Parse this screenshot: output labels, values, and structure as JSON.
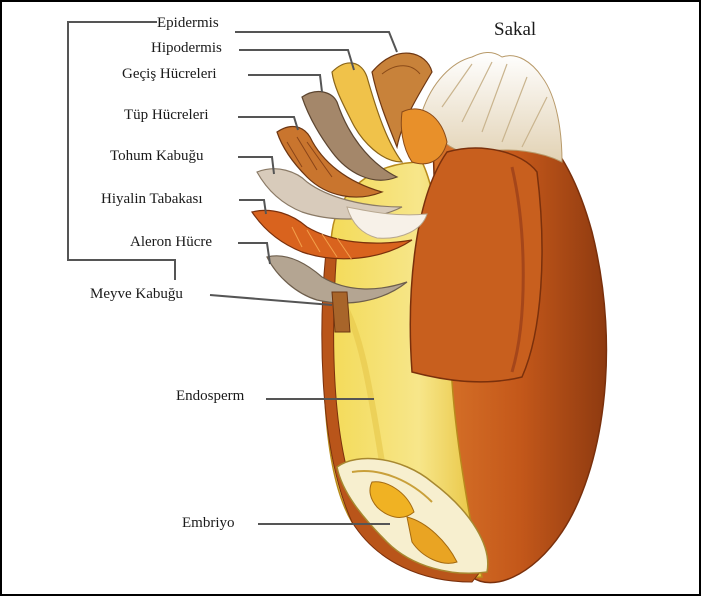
{
  "diagram": {
    "labels": {
      "epidermis": "Epidermis",
      "hipodermis": "Hipodermis",
      "gecis_hucreleri": "Geçiş Hücreleri",
      "tup_hucreleri": "Tüp Hücreleri",
      "tohum_kabugu": "Tohum Kabuğu",
      "hiyalin_tabakasi": "Hiyalin Tabakası",
      "aleron_hucre": "Aleron Hücre",
      "meyve_kabugu": "Meyve Kabuğu",
      "endosperm": "Endosperm",
      "embriyo": "Embriyo",
      "sakal": "Sakal"
    },
    "colors": {
      "husk": "#c8601a",
      "husk_dark": "#8a3a0c",
      "endosperm": "#f0d24a",
      "endosperm_light": "#fbeb8c",
      "beard": "#f4ecd8",
      "embryo": "#f2b62a",
      "line": "#555555"
    }
  }
}
